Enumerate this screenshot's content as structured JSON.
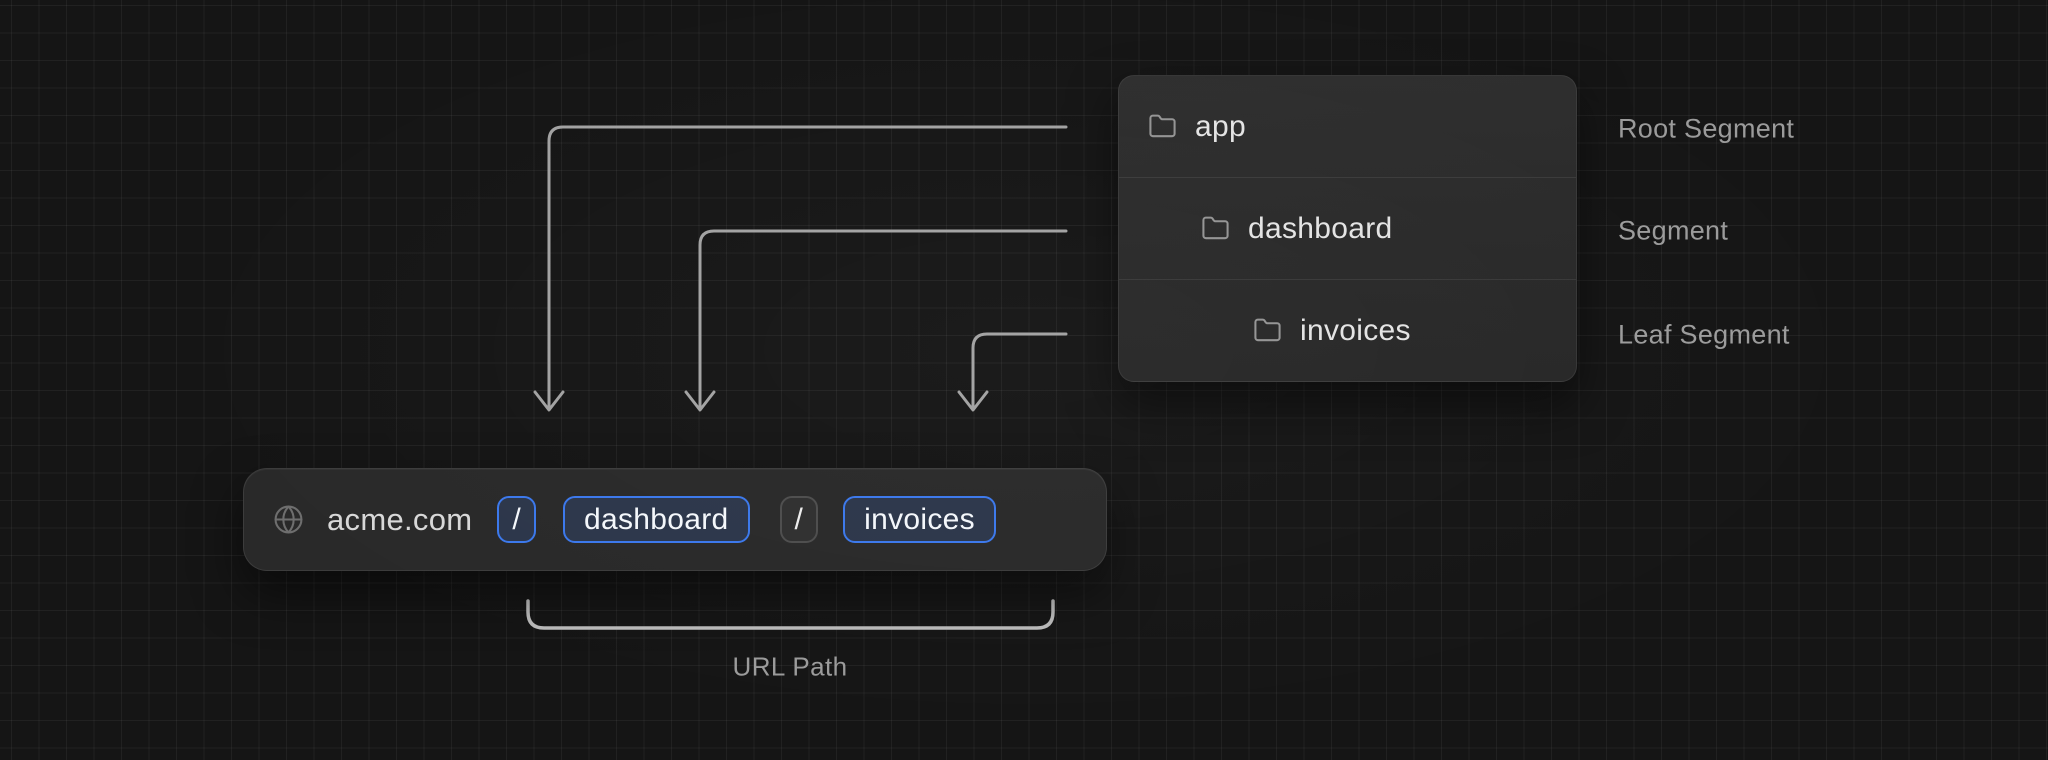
{
  "diagram": {
    "title_hint": "URL path segments mapped to route folders",
    "tree": {
      "items": [
        {
          "icon": "folder-icon",
          "label": "app",
          "annotation": "Root Segment"
        },
        {
          "icon": "folder-icon",
          "label": "dashboard",
          "annotation": "Segment"
        },
        {
          "icon": "folder-icon",
          "label": "invoices",
          "annotation": "Leaf Segment"
        }
      ]
    },
    "url_bar": {
      "icon": "globe-icon",
      "domain": "acme.com",
      "segments": [
        {
          "text": "/",
          "emphasis": "highlighted"
        },
        {
          "text": "dashboard",
          "emphasis": "highlighted"
        },
        {
          "text": "/",
          "emphasis": "muted"
        },
        {
          "text": "invoices",
          "emphasis": "highlighted"
        }
      ]
    },
    "bracket": {
      "label": "URL Path"
    },
    "colors": {
      "background": "#151515",
      "panel_background": "#2b2b2b",
      "accent_blue": "#3b78ec",
      "muted_border_gray": "#4d4d4d",
      "connector_gray": "#a2a2a2",
      "annotation_gray": "#9b9b9b"
    }
  }
}
